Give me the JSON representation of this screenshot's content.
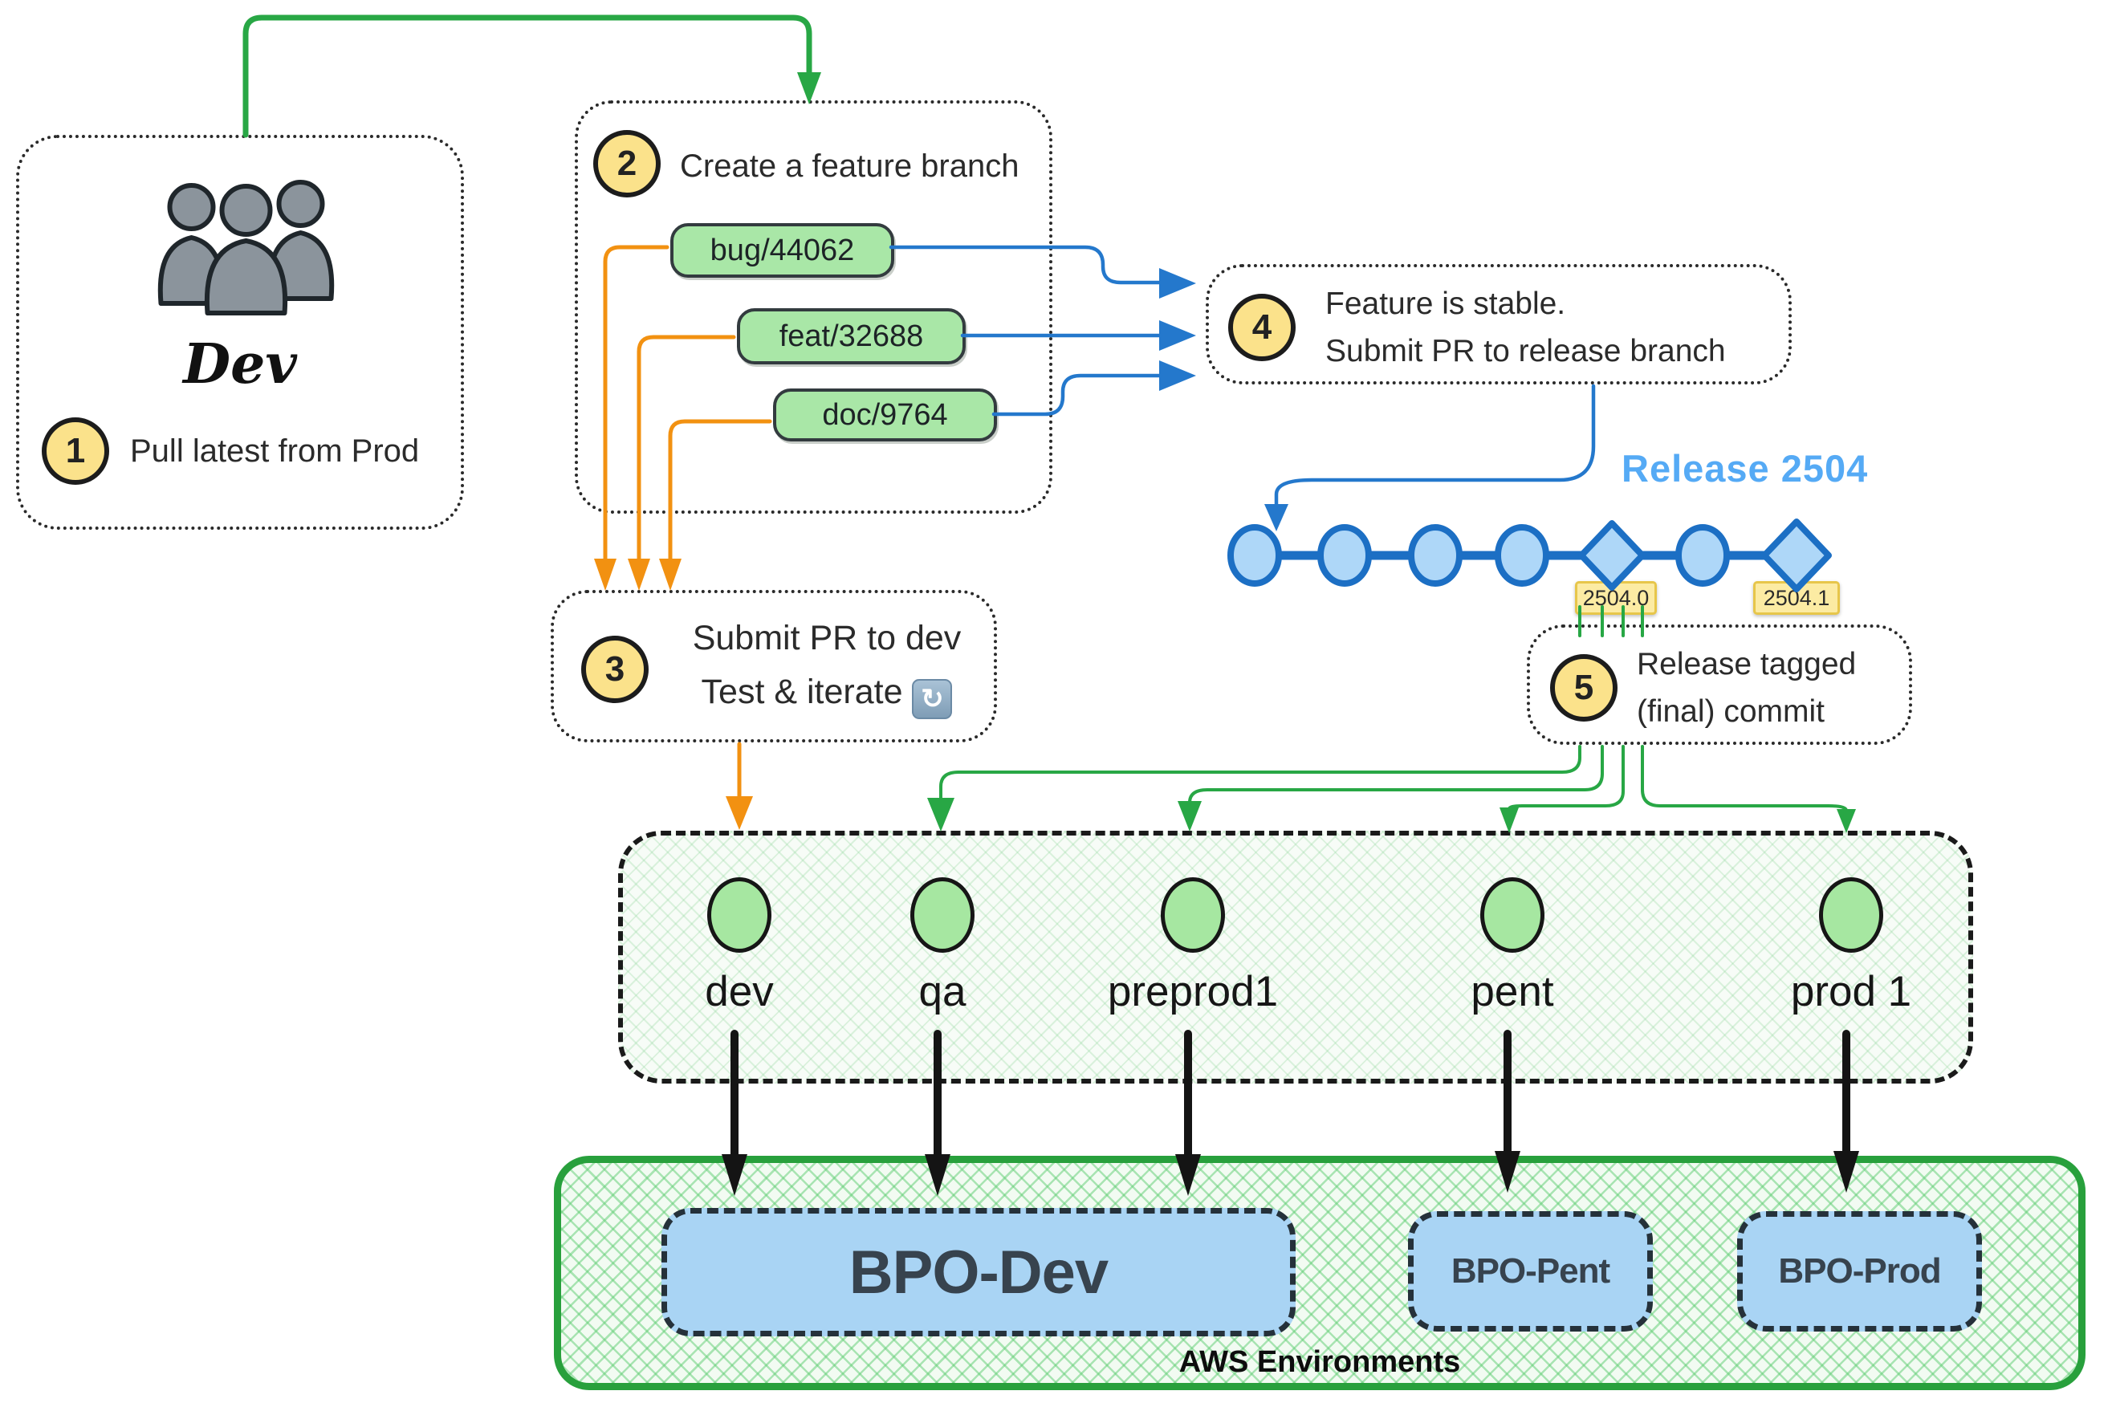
{
  "dev_box": {
    "step": "1",
    "group_label": "Dev",
    "label": "Pull latest from Prod"
  },
  "feature_box": {
    "step": "2",
    "title": "Create a feature branch",
    "branches": [
      "bug/44062",
      "feat/32688",
      "doc/9764"
    ]
  },
  "pr_dev_box": {
    "step": "3",
    "line1": "Submit PR to dev",
    "line2": "Test & iterate",
    "refresh_icon": "↻"
  },
  "stable_box": {
    "step": "4",
    "line1": "Feature is stable.",
    "line2": "Submit PR to release branch"
  },
  "release_box": {
    "step": "5",
    "line1": "Release tagged",
    "line2": "(final) commit"
  },
  "release_track": {
    "title": "Release 2504",
    "nodes": [
      "commit",
      "commit",
      "commit",
      "commit",
      "tag-diamond",
      "commit",
      "tag-diamond"
    ],
    "tags": [
      "2504.0",
      "2504.1"
    ]
  },
  "environments": {
    "items": [
      "dev",
      "qa",
      "preprod1",
      "pent",
      "prod 1"
    ]
  },
  "aws": {
    "label": "AWS Environments",
    "deployments": [
      "BPO-Dev",
      "BPO-Pent",
      "BPO-Prod"
    ]
  },
  "colors": {
    "green_line": "#28a745",
    "orange_line": "#f29111",
    "blue_line": "#2478cc",
    "commit_stroke": "#1c6fc4",
    "commit_fill": "#aed7f8",
    "release_title_blue": "#55aaf5",
    "badge_yellow": "#fbe28b",
    "branch_pill_green": "#a9e7a7",
    "env_circle_green": "#a6e7a1",
    "deployment_blue": "#a9d4f4",
    "tag_yellow": "#fceba3",
    "aws_border_green": "#28a03c"
  }
}
